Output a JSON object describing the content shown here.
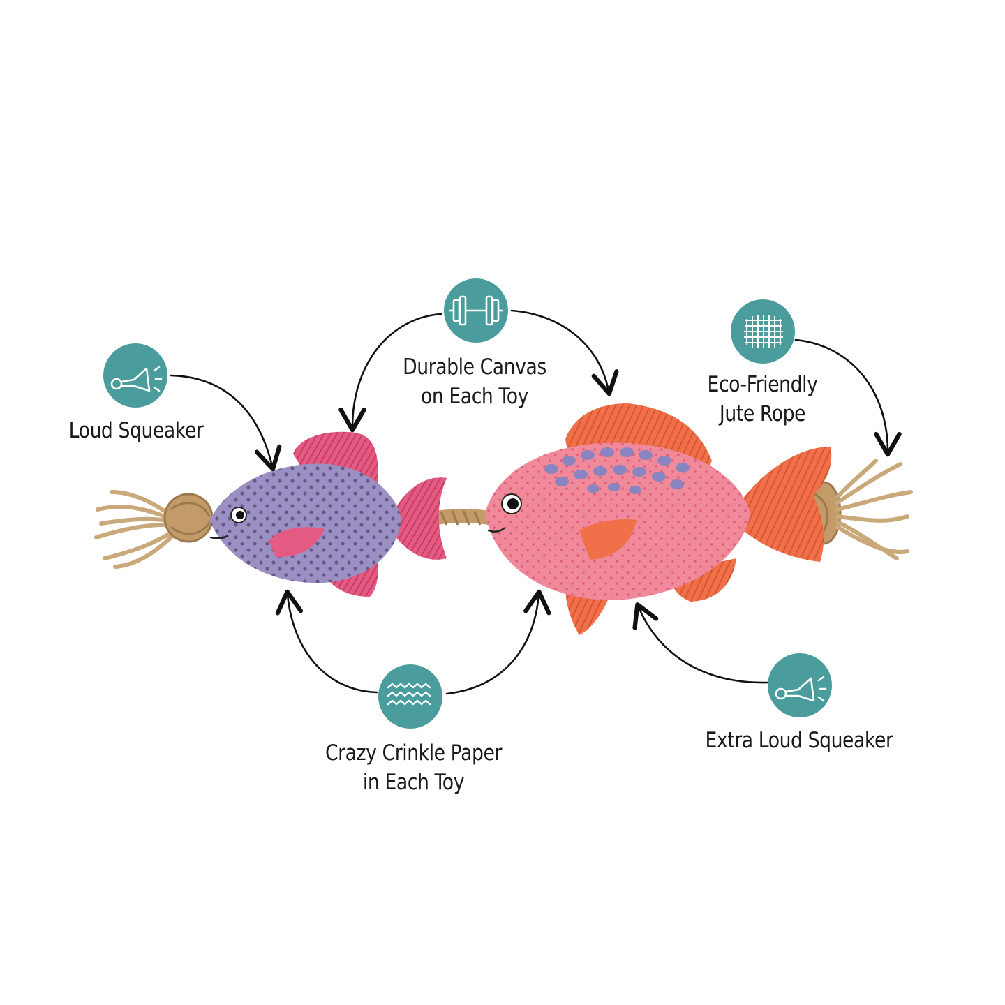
{
  "features": {
    "loud_squeaker": "Loud Squeaker",
    "durable_line1": "Durable Canvas",
    "durable_line2": "on Each Toy",
    "eco_line1": "Eco-Friendly",
    "eco_line2": "Jute Rope",
    "crinkle_line1": "Crazy Crinkle Paper",
    "crinkle_line2": "in Each Toy",
    "extra_loud": "Extra Loud Squeaker"
  },
  "icons": {
    "loud_squeaker": "horn-icon",
    "durable": "dumbbell-icon",
    "eco": "grid-mesh-icon",
    "crinkle": "waves-icon",
    "extra_loud": "horn-icon"
  },
  "colors": {
    "badge": "#4a9d9c",
    "small_fish_body": "#9b8fc4",
    "small_fish_fins": "#e55a82",
    "big_fish_body": "#f08a9a",
    "big_fish_fins": "#f0704a",
    "rope": "#c9a97a"
  }
}
